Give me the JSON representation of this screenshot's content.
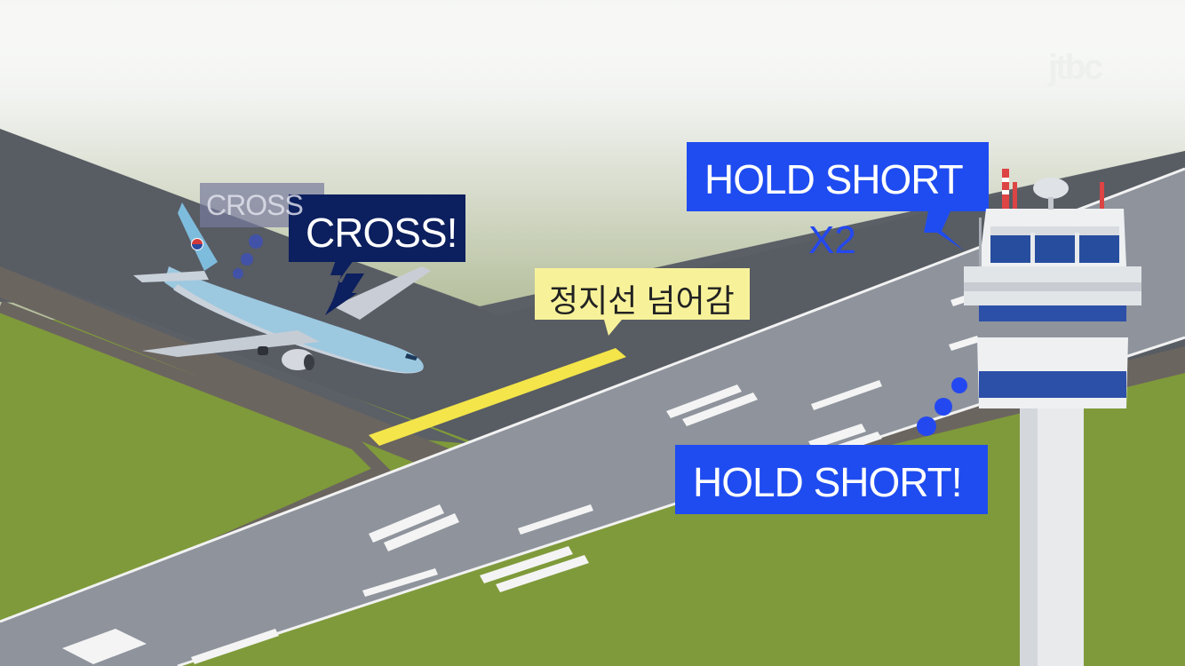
{
  "broadcaster_logo": "jtbc",
  "labels": {
    "cross_faded": "CROSS",
    "cross": "CROSS!",
    "stop_line": "정지선 넘어감",
    "hold_short_top": "HOLD SHORT",
    "repeat": "X2",
    "hold_short_bottom": "HOLD SHORT!"
  },
  "icons": [
    "airplane-icon",
    "control-tower-icon",
    "lightning-icon",
    "speech-dots-icon"
  ],
  "colors": {
    "grass": "#7f9a3a",
    "runway": "#8e939c",
    "taxiway": "#585c63",
    "stop_line": "#f3e54a",
    "cross_bubble": "#0c1f5e",
    "hold_short_bubble": "#1f4cf0",
    "stop_line_bubble": "#f7f29a",
    "sky": "#e9ece8"
  }
}
